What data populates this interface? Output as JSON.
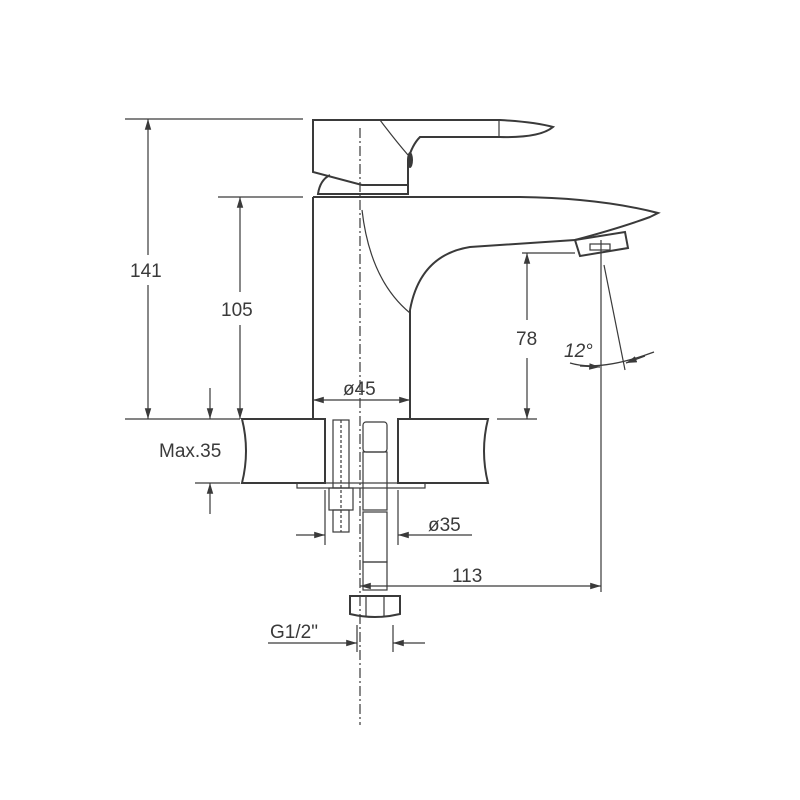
{
  "title": "Basin mixer technical drawing",
  "dimensions": {
    "total_height": "141",
    "body_height": "105",
    "spout_clearance": "78",
    "spout_angle": "12°",
    "body_diameter": "ø45",
    "max_countertop": "Max.35",
    "hole_diameter": "ø35",
    "spout_reach": "113",
    "connection_thread": "G1/2\""
  },
  "colors": {
    "line": "#3a3a3a",
    "background": "#ffffff"
  }
}
